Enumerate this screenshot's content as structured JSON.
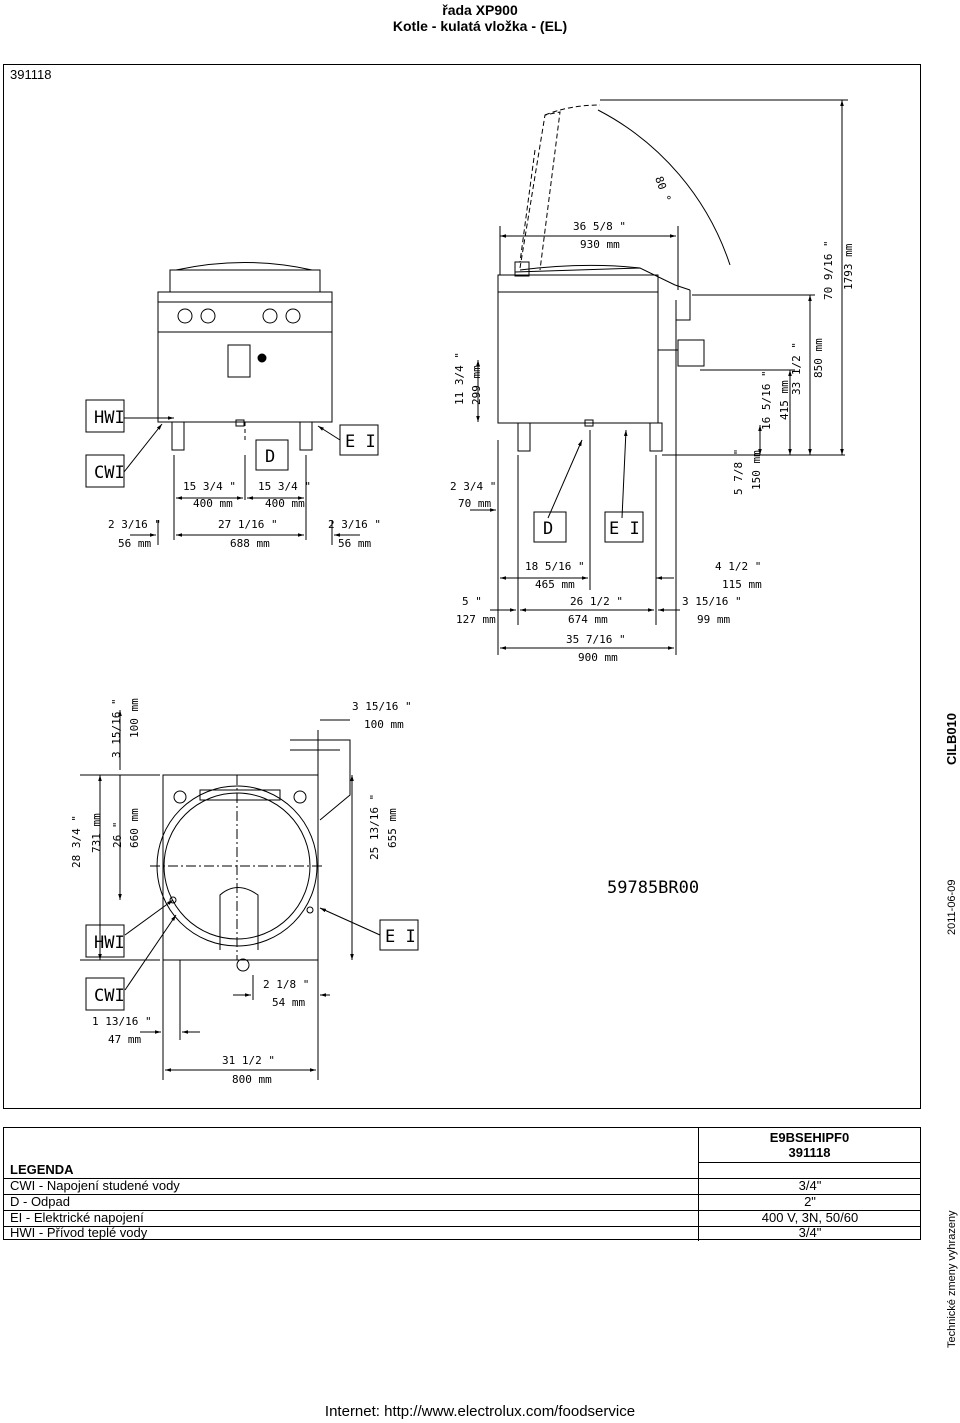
{
  "header": {
    "series": "řada XP900",
    "product": "Kotle - kulatá vložka - (EL)"
  },
  "doc_number": "391118",
  "side_labels": {
    "code": "CILB010",
    "date": "2011-06-09",
    "disclaimer": "Technické zmeny vyhrazeny"
  },
  "drawing": {
    "part_number": "59785BR00",
    "labels": {
      "hwi": "HWI",
      "cwi": "CWI",
      "d": "D",
      "ei": "E I"
    },
    "angle": "80 °",
    "front_view": {
      "d1_in": "15 3/4 \"",
      "d1_mm": "400 mm",
      "d2_in": "15 3/4 \"",
      "d2_mm": "400 mm",
      "left_in": "2 3/16 \"",
      "left_mm": "56 mm",
      "mid_in": "27 1/16 \"",
      "mid_mm": "688 mm",
      "right_in": "2 3/16 \"",
      "right_mm": "56 mm"
    },
    "side_view": {
      "top_in": "36 5/8 \"",
      "top_mm": "930 mm",
      "h299_in": "11 3/4 \"",
      "h299_mm": "299 mm",
      "w70_in": "2 3/4 \"",
      "w70_mm": "70 mm",
      "h150_in": "5 7/8 \"",
      "h150_mm": "150 mm",
      "h415_in": "16 5/16 \"",
      "h415_mm": "415 mm",
      "h850_in": "33 1/2 \"",
      "h850_mm": "850 mm",
      "h1793_in": "70 9/16 \"",
      "h1793_mm": "1793 mm",
      "w465_in": "18 5/16 \"",
      "w465_mm": "465 mm",
      "w115_in": "4 1/2 \"",
      "w115_mm": "115 mm",
      "w127_in": "5 \"",
      "w127_mm": "127 mm",
      "w674_in": "26 1/2 \"",
      "w674_mm": "674 mm",
      "w99_in": "3 15/16 \"",
      "w99_mm": "99 mm",
      "w900_in": "35 7/16 \"",
      "w900_mm": "900 mm"
    },
    "top_view": {
      "top100_in": "3 15/16 \"",
      "top100_mm": "100 mm",
      "side100_in": "3 15/16 \"",
      "side100_mm": "100 mm",
      "h731_in": "28 3/4 \"",
      "h731_mm": "731 mm",
      "h660_in": "26 \"",
      "h660_mm": "660 mm",
      "h655_in": "25 13/16 \"",
      "h655_mm": "655 mm",
      "w54_in": "2 1/8 \"",
      "w54_mm": "54 mm",
      "w47_in": "1 13/16 \"",
      "w47_mm": "47 mm",
      "w800_in": "31 1/2 \"",
      "w800_mm": "800 mm"
    }
  },
  "legend": {
    "model": "E9BSEHIPF0",
    "model_num": "391118",
    "title": "LEGENDA",
    "rows": [
      {
        "label": "CWI - Napojení studené vody",
        "value": "3/4\""
      },
      {
        "label": "D - Odpad",
        "value": "2\""
      },
      {
        "label": "EI - Elektrické napojení",
        "value": "400 V, 3N, 50/60"
      },
      {
        "label": "HWI - Přívod teplé vody",
        "value": "3/4\""
      }
    ]
  },
  "footer": {
    "internet": "Internet: http://www.electrolux.com/foodservice"
  }
}
